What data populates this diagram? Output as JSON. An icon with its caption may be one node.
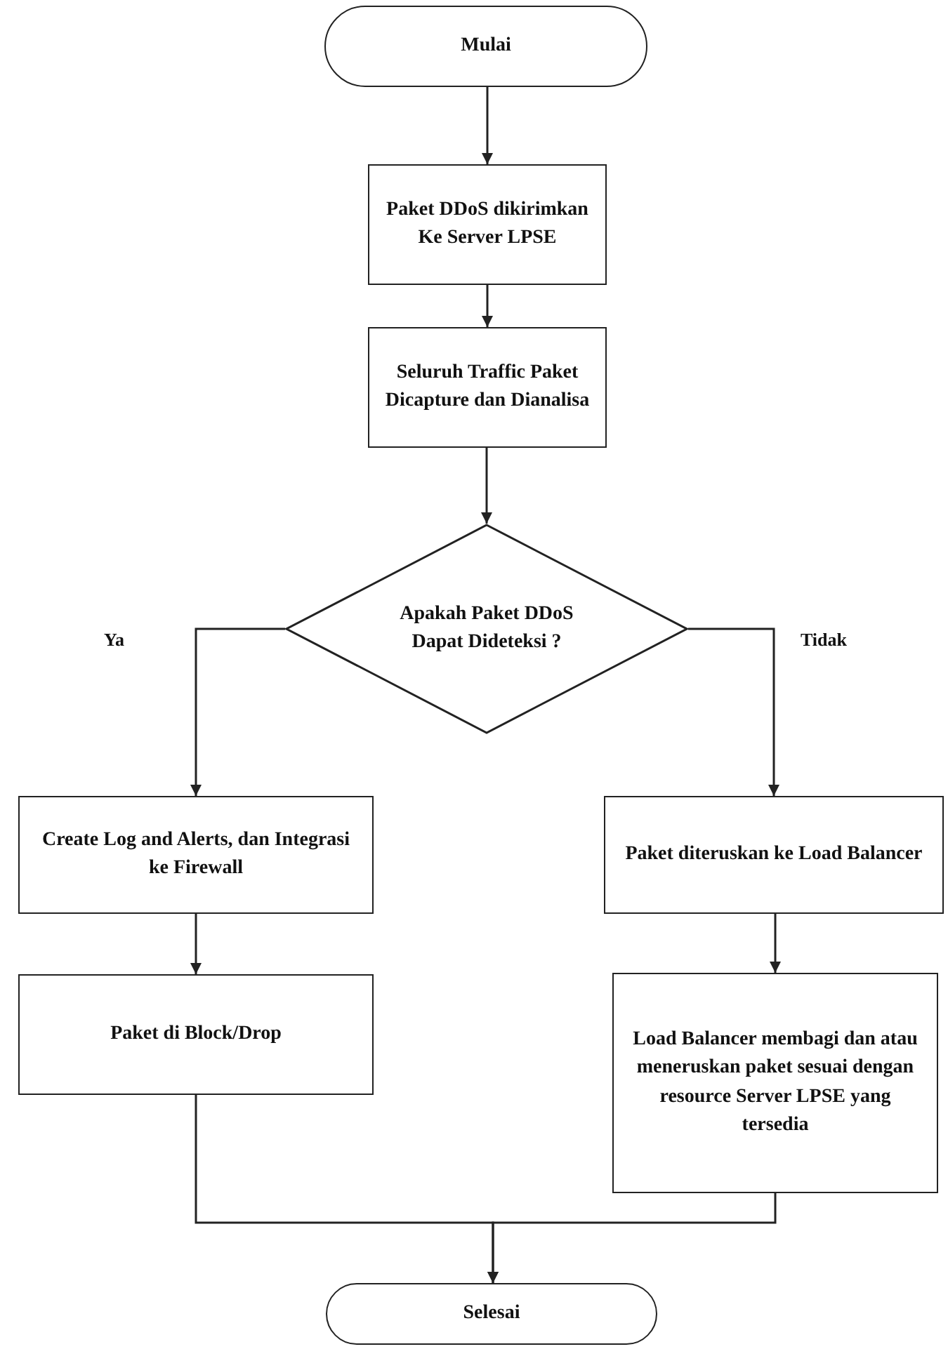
{
  "diagram": {
    "nodes": [
      {
        "text": [
          "Mulai"
        ]
      },
      {
        "text": [
          "Paket DDoS dikirimkan Ke Server LPSE"
        ]
      },
      {
        "text": [
          "Seluruh Traffic Paket Dicapture dan Dianalisa"
        ]
      },
      {
        "text": [
          "Apakah Paket DDoS Dapat Dideteksi ?"
        ]
      },
      {
        "text": [
          "Create Log and Alerts, dan Integrasi ke Firewall"
        ]
      },
      {
        "text": [
          "Paket diteruskan ke Load Balancer"
        ]
      },
      {
        "text": [
          "Paket di Block/Drop"
        ]
      },
      {
        "text": [
          "Load Balancer membagi dan atau meneruskan paket sesuai  dengan resource Server LPSE yang tersedia"
        ]
      },
      {
        "text": [
          "Selesai"
        ]
      }
    ],
    "edges": [
      {
        "from": 0,
        "to": 1,
        "arrow": "to"
      },
      {
        "from": 1,
        "to": 2,
        "arrow": "to"
      },
      {
        "from": 2,
        "to": 3,
        "arrow": "to"
      },
      {
        "from": 3,
        "to": 4,
        "arrow": "to",
        "label": "Ya"
      },
      {
        "from": 3,
        "to": 5,
        "arrow": "to",
        "label": "Tidak"
      },
      {
        "from": 4,
        "to": 6,
        "arrow": "to"
      },
      {
        "from": 5,
        "to": 7,
        "arrow": "to"
      },
      {
        "from": 6,
        "to": 8,
        "arrow": "to"
      },
      {
        "from": 7,
        "to": 8,
        "arrow": "to"
      }
    ]
  }
}
